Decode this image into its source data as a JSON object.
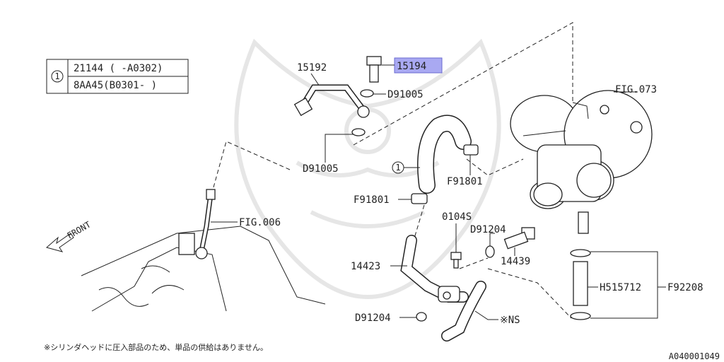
{
  "legend": {
    "circle_num": "1",
    "rows": [
      "21144 ( -A0302)",
      "8AA45(B0301- )"
    ]
  },
  "labels": {
    "p15192": "15192",
    "p15194": "15194",
    "d91005_top": "D91005",
    "d91005_left": "D91005",
    "fig073": "FIG.073",
    "circle1_label": "1",
    "f91801_right": "F91801",
    "f91801_left": "F91801",
    "fig006": "FIG.006",
    "p0104s": "0104S",
    "d91204_top": "D91204",
    "p14439": "14439",
    "p14423": "14423",
    "h515712": "H515712",
    "f92208": "F92208",
    "d91204_bottom": "D91204",
    "ns": "※NS",
    "front": "FRONT"
  },
  "footnote": "※シリンダヘッドに圧入部品のため、単品の供給はありません。",
  "diagram_id": "A040001049",
  "colors": {
    "highlight_fill": "#a9a9f2",
    "highlight_stroke": "#6a6ad0",
    "line": "#222222"
  }
}
